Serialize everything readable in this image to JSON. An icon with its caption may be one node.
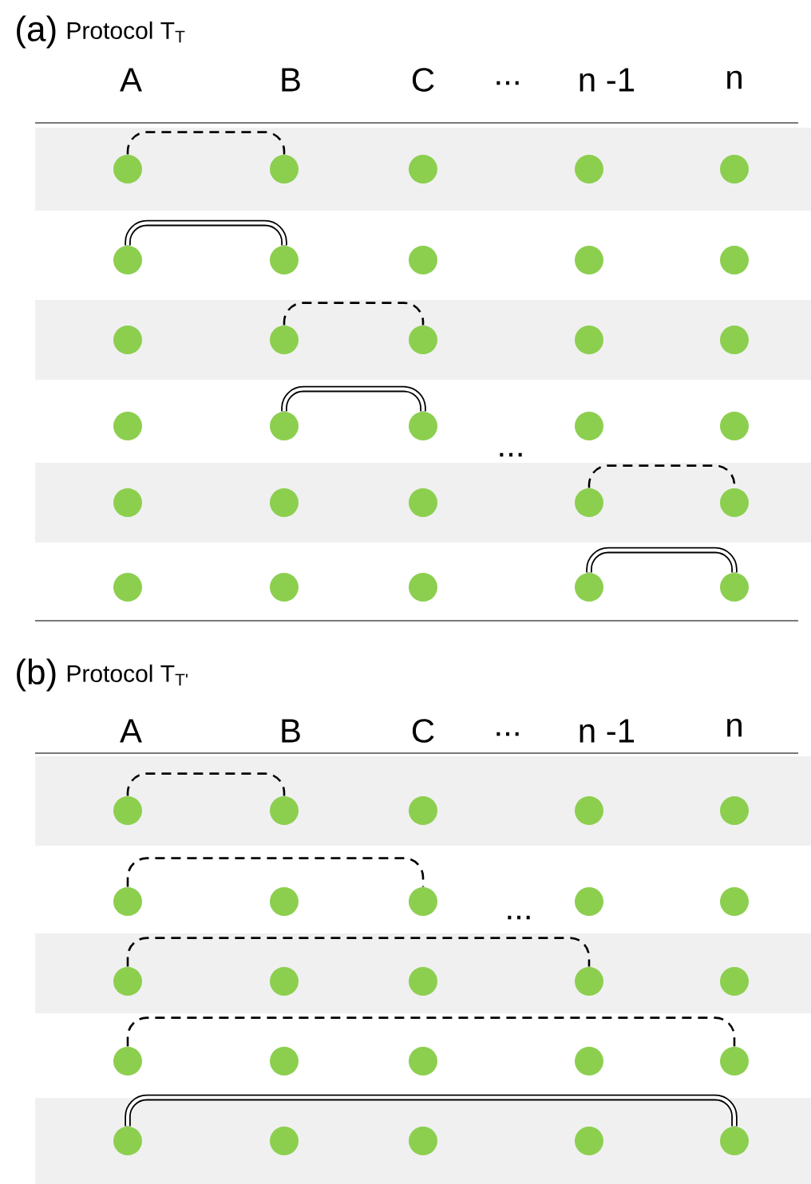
{
  "diagram": {
    "nodes": [
      {
        "text": [],
        "shape": "circle"
      },
      {
        "text": [],
        "shape": "circle"
      },
      {
        "text": [],
        "shape": "circle"
      },
      {
        "text": [],
        "shape": "circle"
      },
      {
        "text": [],
        "shape": "circle"
      },
      {
        "text": [],
        "shape": "circle"
      },
      {
        "text": [],
        "shape": "circle"
      },
      {
        "text": [],
        "shape": "circle"
      },
      {
        "text": [],
        "shape": "circle"
      },
      {
        "text": [],
        "shape": "circle"
      },
      {
        "text": [],
        "shape": "circle"
      },
      {
        "text": [],
        "shape": "circle"
      },
      {
        "text": [],
        "shape": "circle"
      },
      {
        "text": [],
        "shape": "circle"
      },
      {
        "text": [],
        "shape": "circle"
      },
      {
        "text": [],
        "shape": "circle"
      },
      {
        "text": [],
        "shape": "circle"
      },
      {
        "text": [],
        "shape": "circle"
      },
      {
        "text": [],
        "shape": "circle"
      },
      {
        "text": [],
        "shape": "circle"
      },
      {
        "text": [],
        "shape": "circle"
      },
      {
        "text": [],
        "shape": "circle"
      },
      {
        "text": [],
        "shape": "circle"
      },
      {
        "text": [],
        "shape": "circle"
      },
      {
        "text": [],
        "shape": "circle"
      },
      {
        "text": [],
        "shape": "circle"
      },
      {
        "text": [],
        "shape": "circle"
      },
      {
        "text": [],
        "shape": "circle"
      },
      {
        "text": [],
        "shape": "circle"
      },
      {
        "text": [],
        "shape": "circle"
      },
      {
        "text": [],
        "shape": "circle"
      },
      {
        "text": [],
        "shape": "circle"
      },
      {
        "text": [],
        "shape": "circle"
      },
      {
        "text": [],
        "shape": "circle"
      },
      {
        "text": [],
        "shape": "circle"
      },
      {
        "text": [],
        "shape": "circle"
      },
      {
        "text": [],
        "shape": "circle"
      },
      {
        "text": [],
        "shape": "circle"
      },
      {
        "text": [],
        "shape": "circle"
      },
      {
        "text": [],
        "shape": "circle"
      },
      {
        "text": [],
        "shape": "circle"
      },
      {
        "text": [],
        "shape": "circle"
      },
      {
        "text": [],
        "shape": "circle"
      },
      {
        "text": [],
        "shape": "circle"
      },
      {
        "text": [],
        "shape": "circle"
      },
      {
        "text": [],
        "shape": "circle"
      },
      {
        "text": [],
        "shape": "circle"
      },
      {
        "text": [],
        "shape": "circle"
      },
      {
        "text": [],
        "shape": "circle"
      },
      {
        "text": [],
        "shape": "circle"
      },
      {
        "text": [],
        "shape": "circle"
      },
      {
        "text": [],
        "shape": "circle"
      },
      {
        "text": [],
        "shape": "circle"
      },
      {
        "text": [],
        "shape": "circle"
      },
      {
        "text": [],
        "shape": "circle"
      }
    ],
    "edges": [
      {
        "from": 0,
        "to": 1,
        "arrow": "none",
        "style": "dashed"
      },
      {
        "from": 5,
        "to": 6,
        "arrow": "none",
        "style": "thick"
      },
      {
        "from": 11,
        "to": 12,
        "arrow": "none",
        "style": "dashed"
      },
      {
        "from": 16,
        "to": 17,
        "arrow": "none",
        "style": "thick"
      },
      {
        "from": 23,
        "to": 24,
        "arrow": "none",
        "style": "dashed"
      },
      {
        "from": 28,
        "to": 29,
        "arrow": "none",
        "style": "thick"
      },
      {
        "from": 30,
        "to": 31,
        "arrow": "none",
        "style": "dashed"
      },
      {
        "from": 35,
        "to": 37,
        "arrow": "none",
        "style": "dashed"
      },
      {
        "from": 40,
        "to": 43,
        "arrow": "none",
        "style": "dashed"
      },
      {
        "from": 45,
        "to": 49,
        "arrow": "none",
        "style": "dashed"
      },
      {
        "from": 50,
        "to": 54,
        "arrow": "none",
        "style": "thick"
      }
    ],
    "labels": [
      "(a)",
      "Protocol T$_{T}$",
      "A",
      "B",
      "C",
      "...",
      "n -1",
      "n",
      "...",
      "(b)",
      "Protocol T$_{T'}$",
      "A",
      "B",
      "C",
      "...",
      "n -1",
      "n",
      "..."
    ]
  }
}
